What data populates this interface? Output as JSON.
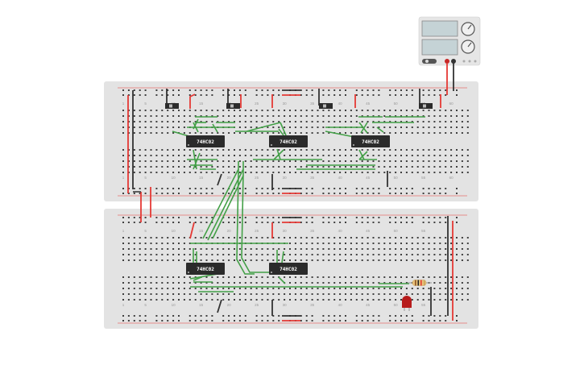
{
  "scene": {
    "name": "breadboard-circuit-workspace",
    "colors": {
      "breadboard": "#e3e3e3",
      "hole": "#3f3f3f",
      "rail_red": "#e53935",
      "rail_black": "#333333",
      "wire_green": "#43a047",
      "wire_red": "#e53935",
      "wire_black": "#333333",
      "chip": "#2b2b2b",
      "led": "#b71c1c",
      "psu_body": "#e6e6e6",
      "psu_display": "#c5d3d6"
    }
  },
  "chips": [
    {
      "label": "74HC02"
    },
    {
      "label": "74HC02"
    },
    {
      "label": "74HC02"
    },
    {
      "label": "74HC02"
    },
    {
      "label": "74HC02"
    }
  ],
  "column_numbers": {
    "top": [
      "1",
      "5",
      "10",
      "15",
      "20",
      "25",
      "30",
      "35",
      "40",
      "45",
      "50",
      "55",
      "60"
    ],
    "bottom": [
      "1",
      "5",
      "10",
      "15",
      "20",
      "25",
      "30",
      "35",
      "40",
      "45",
      "50",
      "55"
    ]
  },
  "row_letters": [
    "a",
    "b",
    "c",
    "d",
    "e",
    "f",
    "g",
    "h",
    "i",
    "j"
  ],
  "power_supply": {
    "displays": [
      "",
      ""
    ],
    "knobs": [
      "voltage-knob",
      "current-knob"
    ],
    "terminals": [
      "positive",
      "negative"
    ]
  },
  "components": {
    "resistor": "resistor",
    "led": "red-led",
    "switches": [
      "switch-1",
      "switch-2",
      "switch-3",
      "switch-4"
    ]
  }
}
